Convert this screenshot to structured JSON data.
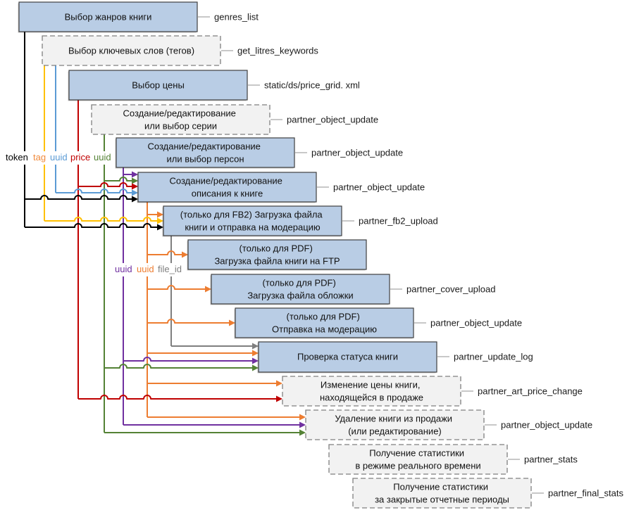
{
  "diagram": {
    "steps": [
      {
        "text": [
          "Выбор жанров книги"
        ],
        "api": "genres_list",
        "optional": false
      },
      {
        "text": [
          "Выбор ключевых слов (тегов)"
        ],
        "api": "get_litres_keywords",
        "optional": true
      },
      {
        "text": [
          "Выбор цены"
        ],
        "api": "static/ds/price_grid. xml",
        "optional": false
      },
      {
        "text": [
          "Создание/редактирование",
          "или выбор серии"
        ],
        "api": "partner_object_update",
        "optional": true
      },
      {
        "text": [
          "Создание/редактирование",
          "или выбор персон"
        ],
        "api": "partner_object_update",
        "optional": false
      },
      {
        "text": [
          "Создание/редактирование",
          "описания к книге"
        ],
        "api": "partner_object_update",
        "optional": false
      },
      {
        "text": [
          "(только для FB2) Загрузка файла",
          "книги и отправка на модерацию"
        ],
        "api": "partner_fb2_upload",
        "optional": false
      },
      {
        "text": [
          "(только для PDF)",
          "Загрузка файла книги на FTP"
        ],
        "api": null,
        "optional": false
      },
      {
        "text": [
          "(только для PDF)",
          "Загрузка файла обложки"
        ],
        "api": "partner_cover_upload",
        "optional": false
      },
      {
        "text": [
          "(только для PDF)",
          "Отправка на модерацию"
        ],
        "api": "partner_object_update",
        "optional": false
      },
      {
        "text": [
          "Проверка статуса книги"
        ],
        "api": "partner_update_log",
        "optional": false
      },
      {
        "text": [
          "Изменение цены книги,",
          "находящейся в продаже"
        ],
        "api": "partner_art_price_change",
        "optional": true
      },
      {
        "text": [
          "Удаление книги из продажи",
          "(или редактирование)"
        ],
        "api": "partner_object_update",
        "optional": true
      },
      {
        "text": [
          "Получение статистики",
          "в режиме реального времени"
        ],
        "api": "partner_stats",
        "optional": true
      },
      {
        "text": [
          "Получение статистики",
          "за закрытые отчетные периоды"
        ],
        "api": "partner_final_stats",
        "optional": true
      }
    ],
    "params": {
      "top_labels": [
        {
          "text": "token",
          "color": "#000000"
        },
        {
          "text": "tag",
          "color": "#f08a3c"
        },
        {
          "text": "uuid",
          "color": "#5b9bd5"
        },
        {
          "text": "price",
          "color": "#c00000"
        },
        {
          "text": "uuid",
          "color": "#548235"
        }
      ],
      "mid_labels": [
        {
          "text": "uuid",
          "color": "#7030a0"
        },
        {
          "text": "uuid",
          "color": "#ed7d31"
        },
        {
          "text": "file_id",
          "color": "#7f7f7f"
        }
      ]
    },
    "line_colors": {
      "token": "#000000",
      "tag": "#ffc000",
      "keywords_uuid": "#5b9bd5",
      "price": "#c00000",
      "series_uuid": "#548235",
      "persons_uuid": "#7030a0",
      "book_uuid": "#ed7d31",
      "file_id": "#7f7f7f"
    }
  }
}
